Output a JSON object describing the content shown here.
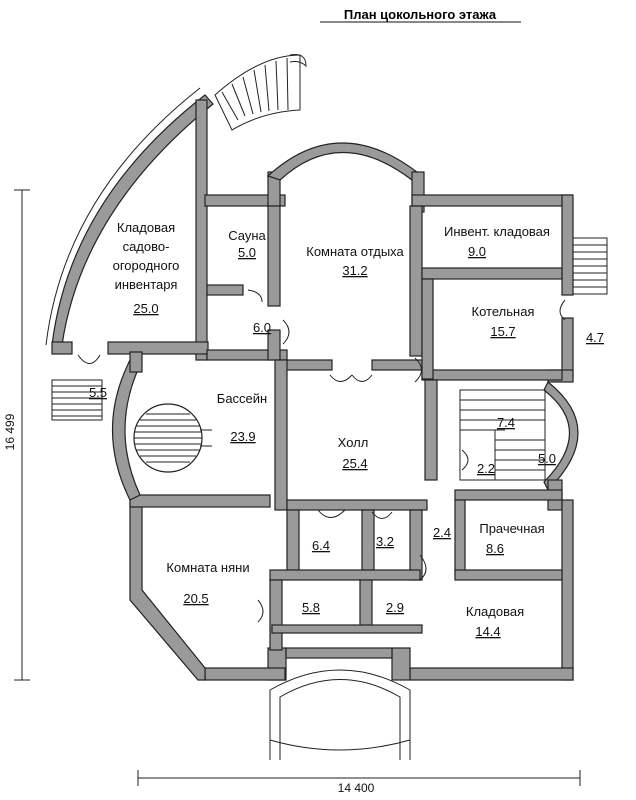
{
  "title": "План  цокольного  этажа",
  "rooms": {
    "storage_garden": {
      "name_lines": [
        "Кладовая",
        "садово-",
        "огородного",
        "инвентаря"
      ],
      "area": "25.0"
    },
    "sauna": {
      "name": "Сауна",
      "area": "5.0"
    },
    "lounge": {
      "name": "Комната  отдыха",
      "area": "31.2"
    },
    "inventory_storage": {
      "name": "Инвент. кладовая",
      "area": "9.0"
    },
    "boiler": {
      "name": "Котельная",
      "area": "15.7"
    },
    "boiler_small": {
      "area": "4.7"
    },
    "sauna_anteroom": {
      "area": "6.0"
    },
    "pool": {
      "name": "Бассейн",
      "area": "23.9"
    },
    "entry_left": {
      "area": "5.5"
    },
    "hall": {
      "name": "Холл",
      "area": "25.4"
    },
    "stair_right": {
      "area": "7.4"
    },
    "bay_right": {
      "area": "5.0"
    },
    "corridor_small": {
      "area": "2.2"
    },
    "wc_a": {
      "area": "6.4"
    },
    "wc_b": {
      "area": "3.2"
    },
    "passage": {
      "area": "2.4"
    },
    "laundry": {
      "name": "Прачечная",
      "area": "8.6"
    },
    "nanny": {
      "name": "Комната  няни",
      "area": "20.5"
    },
    "closet_a": {
      "area": "5.8"
    },
    "closet_b": {
      "area": "2.9"
    },
    "storeroom": {
      "name": "Кладовая",
      "area": "14.4"
    }
  },
  "dimensions": {
    "width": "14 400",
    "height": "16 499"
  }
}
